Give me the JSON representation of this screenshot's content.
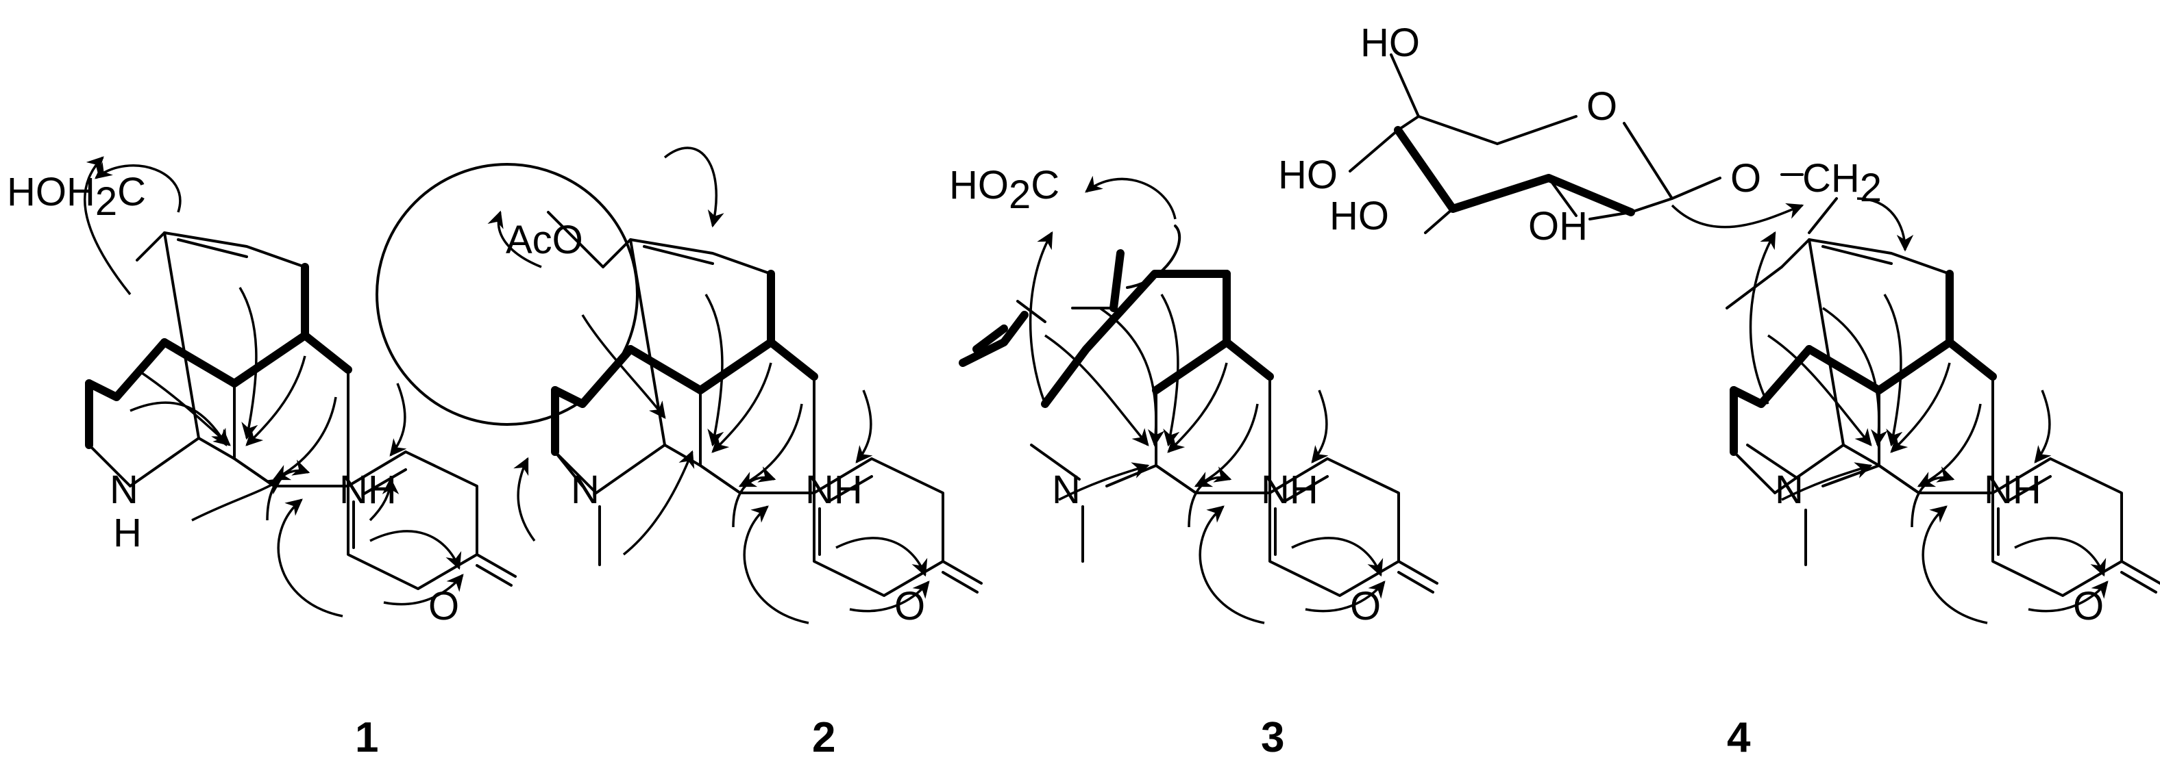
{
  "compounds": [
    {
      "number": "1",
      "labels": {
        "hydroxymethyl": "HOH",
        "hydroxymethyl_sub": "2",
        "hydroxymethyl_c": "C",
        "amine_n": "N",
        "amine_h": "H",
        "lactam_nh": "NH",
        "carbonyl_o": "O"
      }
    },
    {
      "number": "2",
      "labels": {
        "acetoxy": "AcO",
        "amine_n": "N",
        "lactam_nh": "NH",
        "carbonyl_o": "O"
      }
    },
    {
      "number": "3",
      "labels": {
        "carboxyl": "HO",
        "carboxyl_sub": "2",
        "carboxyl_c": "C",
        "amine_n": "N",
        "lactam_nh": "NH",
        "carbonyl_o": "O"
      }
    },
    {
      "number": "4",
      "labels": {
        "glc_oh_6": "HO",
        "glc_ring_o": "O",
        "glc_oh_4": "HO",
        "glc_oh_3": "HO",
        "glc_oh_2": "OH",
        "glycosidic_o": "O",
        "ch2": "CH",
        "ch2_sub": "2",
        "amine_n": "N",
        "lactam_nh": "NH",
        "carbonyl_o": "O"
      }
    }
  ]
}
